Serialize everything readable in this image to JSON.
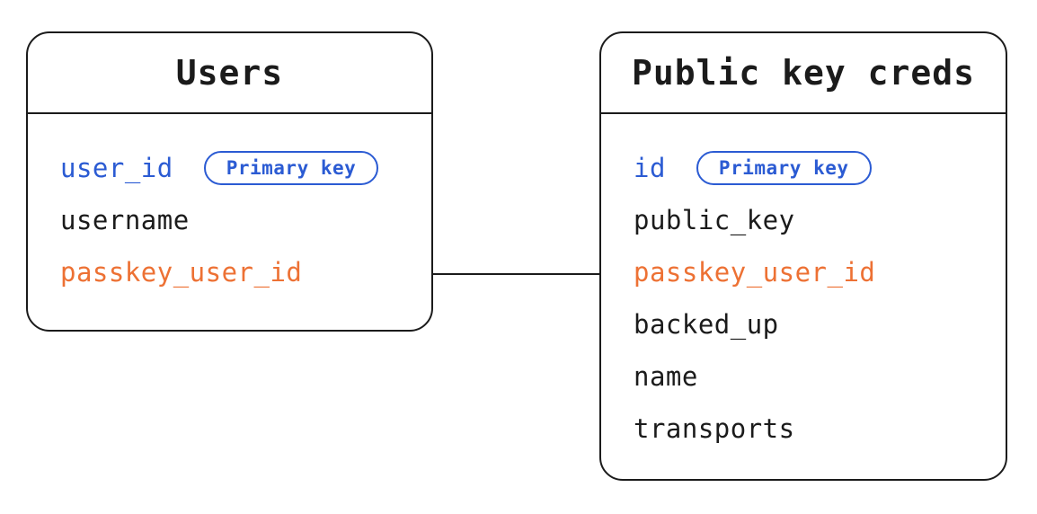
{
  "colors": {
    "primary_blue": "#2b5bd3",
    "foreign_orange": "#ed7134",
    "line_black": "#1b1b1b",
    "background": "#ffffff"
  },
  "tables": [
    {
      "title": "Users",
      "fields": [
        {
          "name": "user_id",
          "color": "blue",
          "badge": "Primary key"
        },
        {
          "name": "username",
          "color": "default",
          "badge": null
        },
        {
          "name": "passkey_user_id",
          "color": "orange",
          "badge": null
        }
      ]
    },
    {
      "title": "Public key creds",
      "fields": [
        {
          "name": "id",
          "color": "blue",
          "badge": "Primary key"
        },
        {
          "name": "public_key",
          "color": "default",
          "badge": null
        },
        {
          "name": "passkey_user_id",
          "color": "orange",
          "badge": null
        },
        {
          "name": "backed_up",
          "color": "default",
          "badge": null
        },
        {
          "name": "name",
          "color": "default",
          "badge": null
        },
        {
          "name": "transports",
          "color": "default",
          "badge": null
        }
      ]
    }
  ],
  "relation": {
    "from_table": "Users",
    "from_field": "passkey_user_id",
    "to_table": "Public key creds",
    "to_field": "passkey_user_id"
  }
}
